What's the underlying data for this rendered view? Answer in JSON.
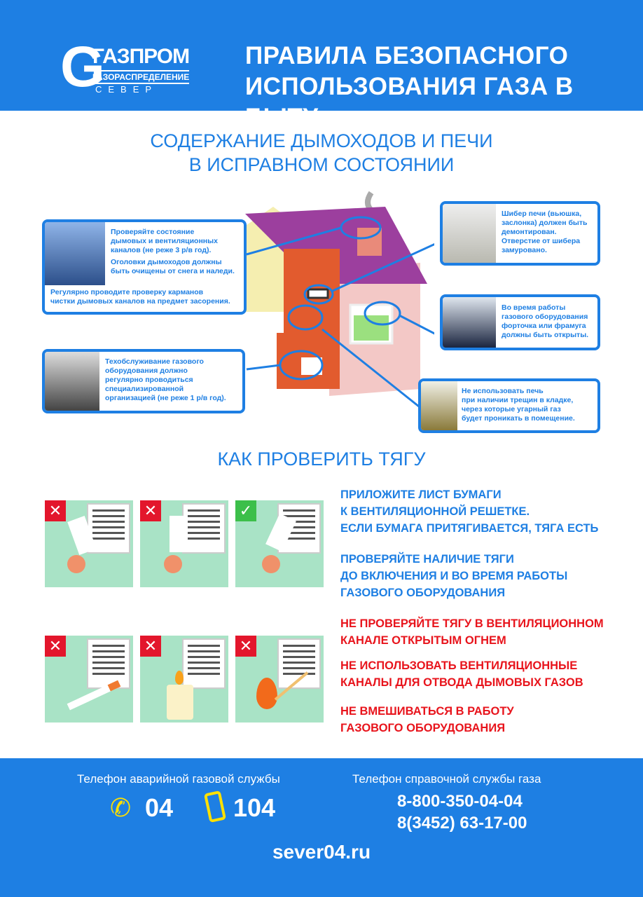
{
  "header": {
    "logo_main": "ГАЗПРОМ",
    "logo_sub": "ГАЗОРАСПРЕДЕЛЕНИЕ",
    "logo_region": "СЕВЕР",
    "title_line1": "ПРАВИЛА БЕЗОПАСНОГО",
    "title_line2": "ИСПОЛЬЗОВАНИЯ ГАЗА В БЫТУ"
  },
  "section1": {
    "title_line1": "СОДЕРЖАНИЕ ДЫМОХОДОВ И ПЕЧИ",
    "title_line2": "В ИСПРАВНОМ СОСТОЯНИИ",
    "cards": {
      "chimney": [
        "Проверяйте состояние",
        "дымовых и вентиляционных",
        "каналов (не реже 3 р/в год).",
        "Оголовки дымоходов должны",
        "быть очищены от снега и наледи.",
        "Регулярно проводите проверку карманов",
        "чистки дымовых каналов на предмет засорения."
      ],
      "service": [
        "Техобслуживание газового",
        "оборудования должно",
        "регулярно проводиться",
        "специализированной",
        "организацией (не реже 1 р/в год)."
      ],
      "damper": [
        "Шибер печи (вьюшка,",
        "заслонка) должен быть",
        "демонтирован.",
        "Отверстие от шибера",
        "замуровано."
      ],
      "window": [
        "Во время работы",
        "газового оборудования",
        "форточка или фрамуга",
        "должны быть открыты."
      ],
      "cracks": [
        "Не использовать печь",
        "при наличии трещин в кладке,",
        "через которые угарный газ",
        "будет проникать в помещение."
      ]
    }
  },
  "section2": {
    "title": "КАК ПРОВЕРИТЬ ТЯГУ",
    "rules_blue": [
      [
        "ПРИЛОЖИТЕ ЛИСТ БУМАГИ",
        "К ВЕНТИЛЯЦИОННОЙ РЕШЕТКЕ.",
        "ЕСЛИ БУМАГА ПРИТЯГИВАЕТСЯ, ТЯГА ЕСТЬ"
      ],
      [
        "ПРОВЕРЯЙТЕ НАЛИЧИЕ ТЯГИ",
        "ДО ВКЛЮЧЕНИЯ И ВО ВРЕМЯ РАБОТЫ",
        "ГАЗОВОГО ОБОРУДОВАНИЯ"
      ]
    ],
    "rules_red": [
      [
        "НЕ ПРОВЕРЯЙТЕ ТЯГУ В ВЕНТИЛЯЦИОННОМ",
        "КАНАЛЕ ОТКРЫТЫМ ОГНЕМ"
      ],
      [
        "НЕ ИСПОЛЬЗОВАТЬ ВЕНТИЛЯЦИОННЫЕ",
        "КАНАЛЫ ДЛЯ ОТВОДА ДЫМОВЫХ ГАЗОВ"
      ],
      [
        "НЕ ВМЕШИВАТЬСЯ В РАБОТУ",
        "ГАЗОВОГО ОБОРУДОВАНИЯ"
      ]
    ],
    "marks": {
      "wrong": "✕",
      "right": "✓"
    }
  },
  "footer": {
    "emergency_label": "Телефон аварийной газовой службы",
    "emergency_1": "04",
    "emergency_2": "104",
    "info_label": "Телефон справочной службы газа",
    "info_1": "8-800-350-04-04",
    "info_2": "8(3452) 63-17-00",
    "website": "sever04.ru"
  },
  "colors": {
    "brand_blue": "#1e7fe3",
    "warning_red": "#e8141c",
    "tile_green": "#a9e3c6"
  }
}
